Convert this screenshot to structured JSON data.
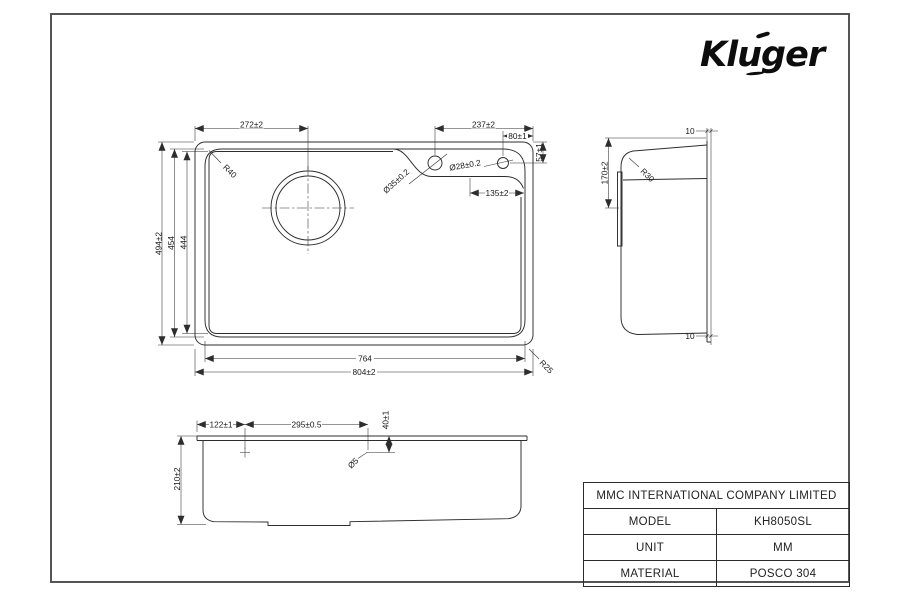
{
  "logo": {
    "text": "Kluger"
  },
  "top_view": {
    "dim_272": "272±2",
    "dim_237": "237±2",
    "dim_80": "80±1",
    "dim_57": "57±1",
    "dim_r40": "R40",
    "dim_d35": "Ø35±0.2",
    "dim_d28": "Ø28±0.2",
    "dim_135": "135±2",
    "dim_494": "494±2",
    "dim_454": "454",
    "dim_444": "444",
    "dim_764": "764",
    "dim_804": "804±2",
    "dim_r25": "R25"
  },
  "side_view": {
    "dim_10_top": "10",
    "dim_r30": "R30",
    "dim_170": "170±2",
    "dim_10_bottom": "10"
  },
  "front_view": {
    "dim_122": "122±1",
    "dim_295": "295±0.5",
    "dim_40": "40±1",
    "dim_d5": "Ø5",
    "dim_210": "210±2"
  },
  "title_block": {
    "company": "MMC INTERNATIONAL COMPANY LIMITED",
    "rows": [
      {
        "label": "MODEL",
        "value": "KH8050SL"
      },
      {
        "label": "UNIT",
        "value": "MM"
      },
      {
        "label": "MATERIAL",
        "value": "POSCO 304"
      }
    ]
  }
}
